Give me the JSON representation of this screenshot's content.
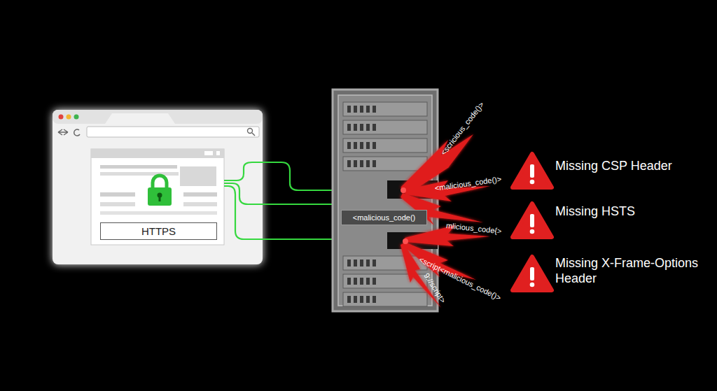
{
  "diagram": {
    "nodes": [
      {
        "text": [
          "HTTPS"
        ]
      },
      {
        "text": [
          "<malicious_code()"
        ]
      }
    ],
    "labels": [
      "<scricious_code()>",
      "<malicious_code()>",
      "mlicious_code{>",
      "<script<malicious_code()>",
      "9://script>",
      "Missing CSP Header",
      "Missing HSTS",
      "Missing X-Frame-Options Header"
    ]
  }
}
